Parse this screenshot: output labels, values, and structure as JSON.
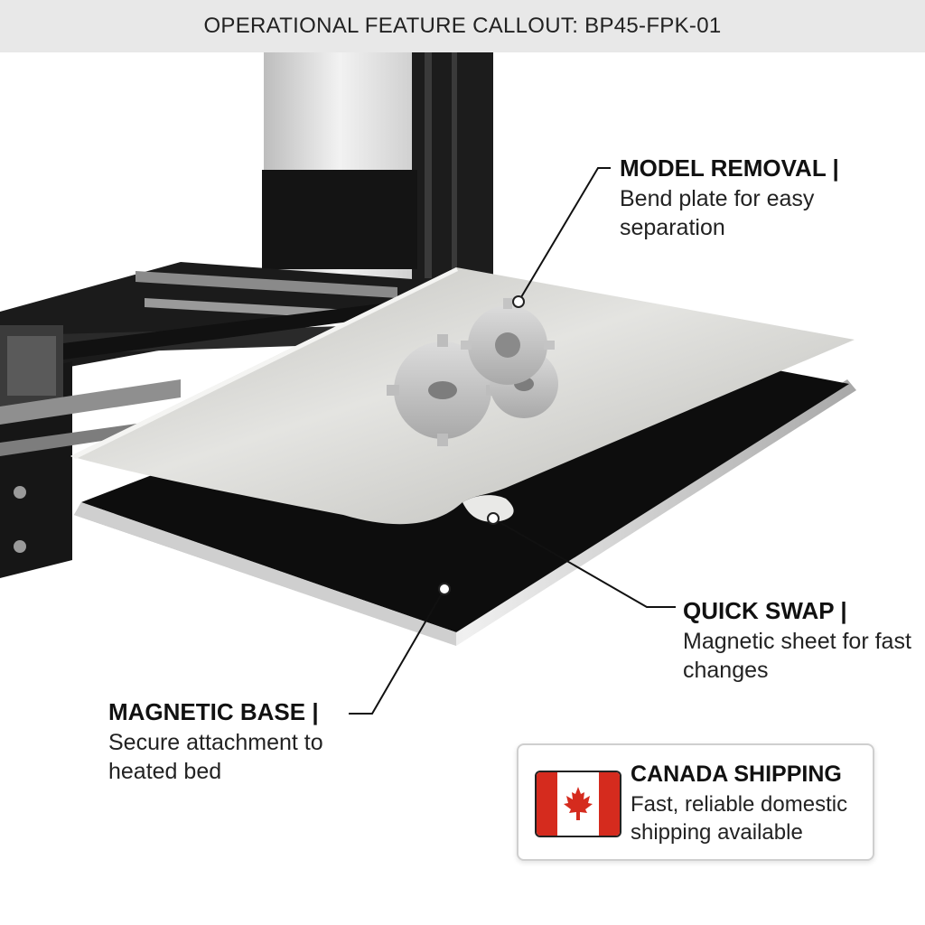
{
  "header": {
    "title": "OPERATIONAL FEATURE CALLOUT: BP45-FPK-01"
  },
  "callouts": {
    "model_removal": {
      "title": "MODEL REMOVAL |",
      "text": "Bend plate for easy separation"
    },
    "quick_swap": {
      "title": "QUICK SWAP |",
      "text": "Magnetic sheet for fast changes"
    },
    "magnetic_base": {
      "title": "MAGNETIC BASE |",
      "text": "Secure attachment to heated bed"
    }
  },
  "badge": {
    "title": "CANADA SHIPPING",
    "text": "Fast, reliable domestic shipping available",
    "flag_icon": "canada-flag-icon"
  },
  "colors": {
    "flag_red": "#d52b1e",
    "plate_silver": "#c9c9c6",
    "frame_black": "#1a1a1a"
  }
}
